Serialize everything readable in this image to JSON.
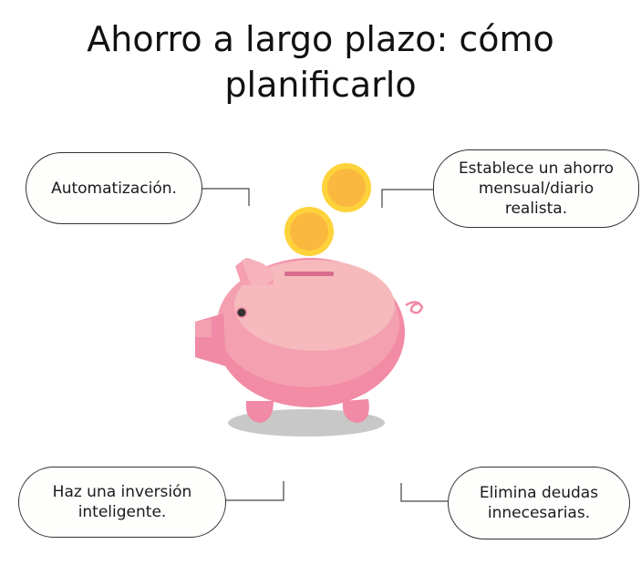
{
  "title": "Ahorro a largo plazo: cómo planificarlo",
  "tips": {
    "top_left": "Automatización.",
    "top_right": "Establece un ahorro mensual/diario realista.",
    "bottom_left": "Haz una inversión inteligente.",
    "bottom_right": "Elimina deudas innecesarias."
  },
  "colors": {
    "pig": "#f4a0b0",
    "coin": "#fbb83e",
    "shadow": "#c8c8c8"
  }
}
